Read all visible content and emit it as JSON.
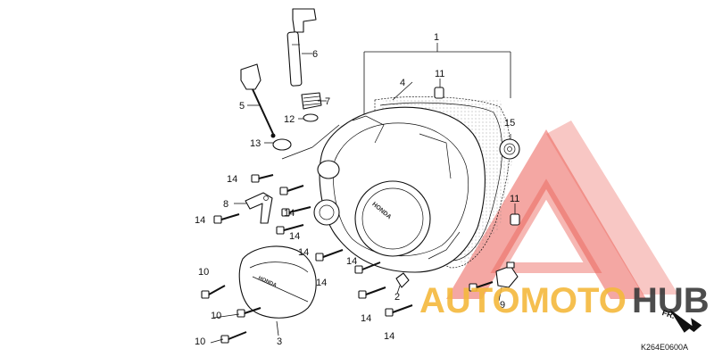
{
  "diagram": {
    "code": "K264E0600A",
    "direction_label": "FR.",
    "callouts": {
      "c1": "1",
      "c2": "2",
      "c3": "3",
      "c4": "4",
      "c5": "5",
      "c6": "6",
      "c7": "7",
      "c8": "8",
      "c9": "9",
      "c10a": "10",
      "c10b": "10",
      "c10c": "10",
      "c11a": "11",
      "c11b": "11",
      "c12": "12",
      "c13": "13",
      "c14a": "14",
      "c14b": "14",
      "c14c": "14",
      "c14d": "14",
      "c14e": "14",
      "c14f": "14",
      "c14g": "14",
      "c14h": "14",
      "c14i": "14",
      "c15": "15"
    }
  },
  "watermark": {
    "text_part1": "AUTOMOTO",
    "text_part2": "HUB",
    "color_primary": "#f5b93c",
    "color_secondary": "#3a3a3a",
    "logo_color": "#e8443a"
  }
}
